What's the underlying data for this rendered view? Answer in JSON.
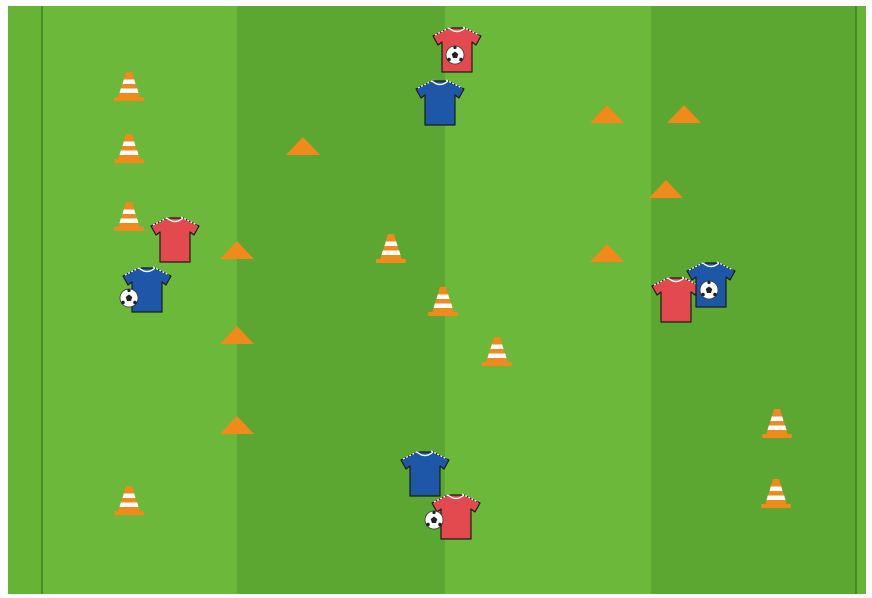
{
  "drill": {
    "colors": {
      "grass_light": "#6bb83a",
      "grass_dark": "#5ca632",
      "outer_border": "#66b335",
      "touchline": "#3f7f22",
      "team_red": "#e24a4f",
      "team_blue": "#1f57a8",
      "cone_orange": "#f08a1c",
      "cone_white": "#ffffff"
    },
    "items": [
      {
        "type": "pole-cone"
      },
      {
        "type": "pole-cone"
      },
      {
        "type": "pole-cone"
      },
      {
        "type": "pole-cone"
      },
      {
        "type": "pole-cone"
      },
      {
        "type": "pole-cone"
      },
      {
        "type": "pole-cone"
      },
      {
        "type": "pole-cone"
      },
      {
        "type": "pole-cone"
      },
      {
        "type": "marker-cone"
      },
      {
        "type": "marker-cone"
      },
      {
        "type": "marker-cone"
      },
      {
        "type": "marker-cone"
      },
      {
        "type": "marker-cone"
      },
      {
        "type": "marker-cone"
      },
      {
        "type": "marker-cone"
      },
      {
        "type": "marker-cone"
      },
      {
        "type": "marker-cone"
      },
      {
        "type": "player",
        "team": "red",
        "ball": true
      },
      {
        "type": "player",
        "team": "blue",
        "ball": false
      },
      {
        "type": "player",
        "team": "red",
        "ball": false
      },
      {
        "type": "player",
        "team": "blue",
        "ball": true
      },
      {
        "type": "player",
        "team": "red",
        "ball": false
      },
      {
        "type": "player",
        "team": "blue",
        "ball": true
      },
      {
        "type": "player",
        "team": "blue",
        "ball": false
      },
      {
        "type": "player",
        "team": "red",
        "ball": true
      }
    ]
  }
}
